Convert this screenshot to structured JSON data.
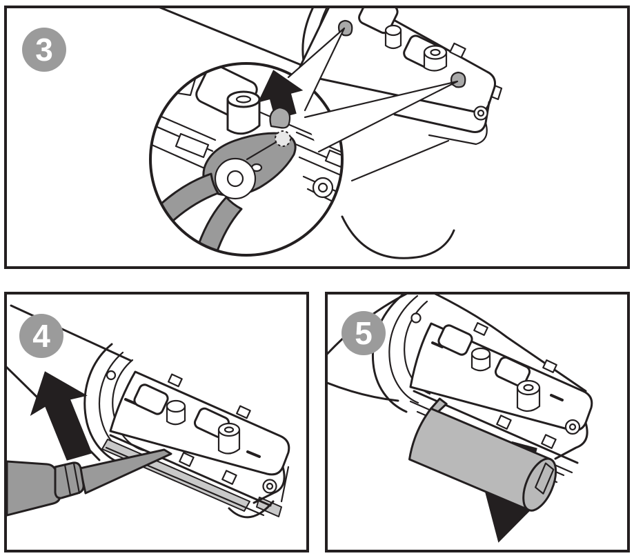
{
  "figure": {
    "kind": "illustrated-disassembly-instructions",
    "panel_count": 3
  },
  "colors": {
    "line": "#231f20",
    "step_badge_gray": "#9b9b9b",
    "tool_gray": "#9a9a9a",
    "battery_gray": "#b9b9b9",
    "solder_gray": "#a9a9a9",
    "pry_strip_gray": "#c9c9c9",
    "background": "#ffffff"
  },
  "panels": [
    {
      "step": "3",
      "depicts": "magnified circle showing cutting pliers snipping a solder joint on the circuit-board chassis; two gray solder joints called out; black arrow pointing up",
      "icons": [
        "step-badge",
        "handle-tube",
        "circuit-board",
        "solder-joint",
        "magnifier-lens",
        "up-arrow",
        "cutting-pliers",
        "cut-solder-blob"
      ]
    },
    {
      "step": "4",
      "depicts": "screwdriver prying the circuit-board chassis out of the handle; large black arrow pointing up-left",
      "icons": [
        "step-badge",
        "handle-tube",
        "circuit-board",
        "up-arrow",
        "screwdriver",
        "pry-slot"
      ]
    },
    {
      "step": "5",
      "depicts": "gray cylindrical battery removed from the chassis; black arrow pointing down",
      "icons": [
        "step-badge",
        "handle-tube",
        "circuit-board",
        "battery",
        "down-arrow"
      ]
    }
  ]
}
